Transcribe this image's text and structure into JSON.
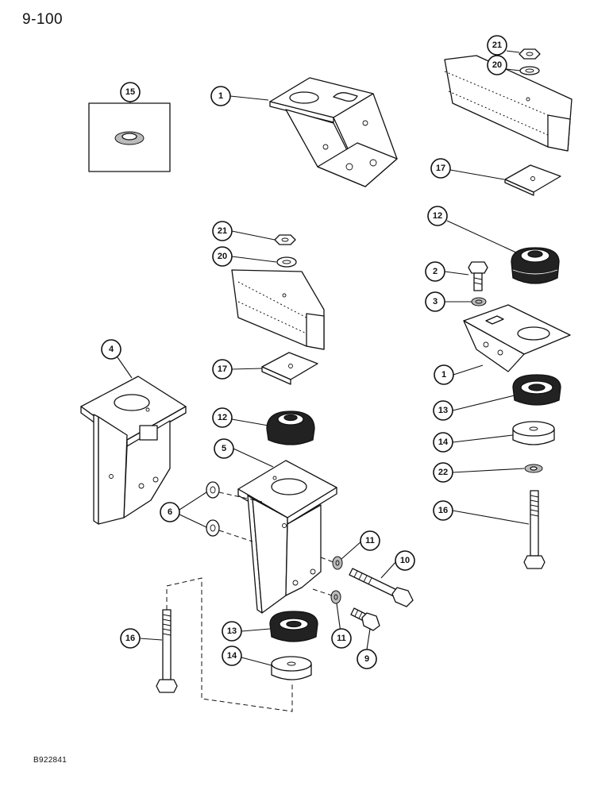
{
  "page_number": "9-100",
  "figure_code": "B922841",
  "callouts": {
    "c1a": "1",
    "c1b": "1",
    "c2": "2",
    "c3": "3",
    "c4": "4",
    "c5": "5",
    "c6": "6",
    "c9": "9",
    "c10": "10",
    "c11a": "11",
    "c11b": "11",
    "c12a": "12",
    "c12b": "12",
    "c13a": "13",
    "c13b": "13",
    "c14a": "14",
    "c14b": "14",
    "c15": "15",
    "c16a": "16",
    "c16b": "16",
    "c17a": "17",
    "c17b": "17",
    "c20a": "20",
    "c20b": "20",
    "c21a": "21",
    "c21b": "21",
    "c22": "22"
  }
}
